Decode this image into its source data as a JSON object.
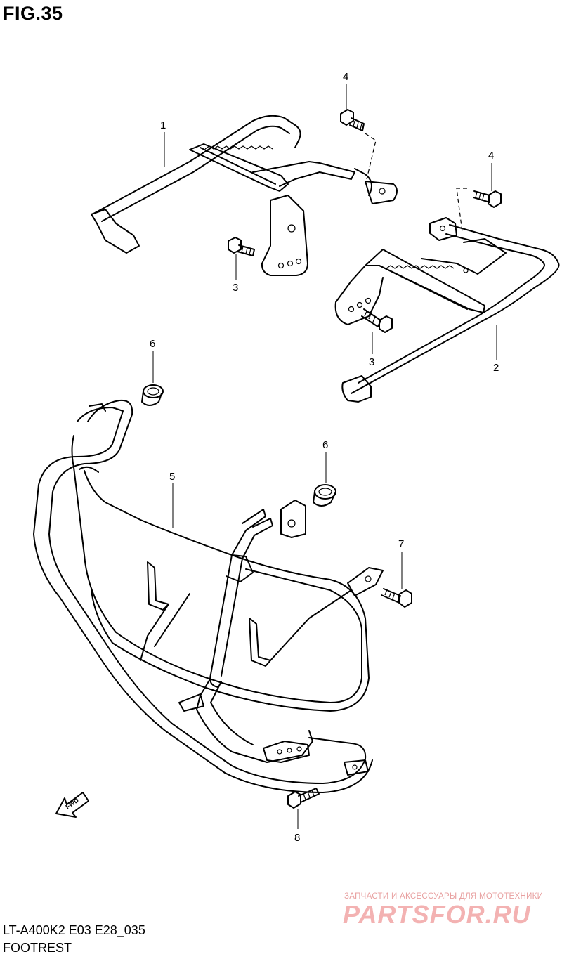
{
  "figure": {
    "title": "FIG.35"
  },
  "callouts": [
    {
      "id": "callout-1",
      "label": "1"
    },
    {
      "id": "callout-2",
      "label": "2"
    },
    {
      "id": "callout-3a",
      "label": "3"
    },
    {
      "id": "callout-3b",
      "label": "3"
    },
    {
      "id": "callout-4a",
      "label": "4"
    },
    {
      "id": "callout-4b",
      "label": "4"
    },
    {
      "id": "callout-5",
      "label": "5"
    },
    {
      "id": "callout-6a",
      "label": "6"
    },
    {
      "id": "callout-6b",
      "label": "6"
    },
    {
      "id": "callout-7",
      "label": "7"
    },
    {
      "id": "callout-8",
      "label": "8"
    }
  ],
  "direction_arrow": {
    "label": "FWD",
    "icon": "forward-arrow-icon"
  },
  "footer": {
    "model_code": "LT-A400K2 E03 E28_035",
    "part_group": "FOOTREST"
  },
  "watermark": {
    "tagline": "ЗАПЧАСТИ И АКСЕССУАРЫ ДЛЯ МОТОТЕХНИКИ",
    "logo_text": "PARTSFOR.RU"
  },
  "colors": {
    "line": "#000000",
    "background": "#ffffff",
    "watermark": "#f3b2b2"
  }
}
